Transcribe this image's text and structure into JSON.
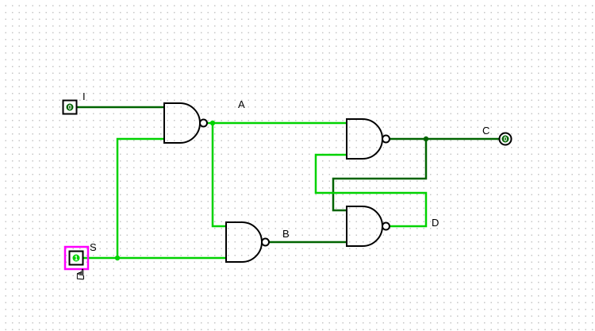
{
  "canvas": {
    "background": "#ffffff",
    "grid_dot_color": "#c6c6c6"
  },
  "colors": {
    "signal_high": "#00D200",
    "signal_low": "#006400",
    "component_outline": "#000000",
    "poke_caret": "#FF00FF"
  },
  "components": {
    "input_i": {
      "type": "input-pin",
      "label": "I",
      "value": "0",
      "state": "low"
    },
    "input_s": {
      "type": "input-pin",
      "label": "S",
      "value": "1",
      "state": "high",
      "selected": true
    },
    "output_c": {
      "type": "output-pin",
      "label": "C",
      "value": "0",
      "state": "low"
    },
    "gate1": {
      "type": "NAND"
    },
    "gate2": {
      "type": "NAND"
    },
    "gate3": {
      "type": "NAND"
    },
    "gate4": {
      "type": "NAND"
    }
  },
  "net_labels": {
    "a": "A",
    "b": "B",
    "d": "D"
  },
  "icons": {
    "poke_cursor": "☝"
  }
}
